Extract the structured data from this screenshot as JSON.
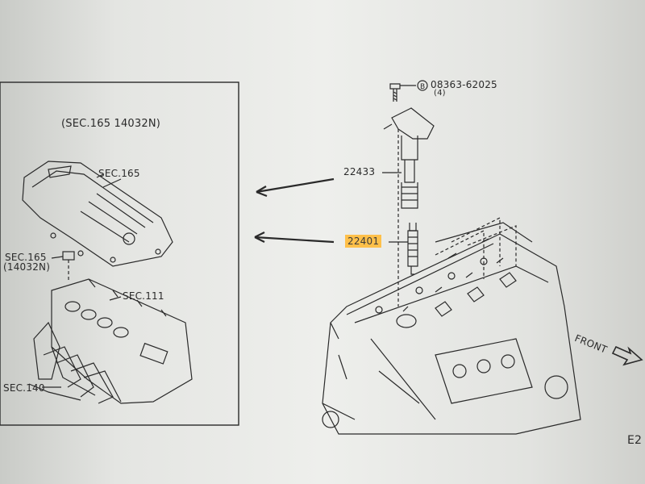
{
  "diagram": {
    "inset_title": "(SEC.165  14032N)",
    "labels": {
      "sec165_top": "SEC.165",
      "sec165_side": "SEC.165",
      "sec165_side_sub": "(14032N)",
      "sec111": "SEC.111",
      "sec140": "SEC.140",
      "bolt_part": "08363-62025",
      "bolt_qty": "(4)",
      "coil_part": "22433",
      "plug_part": "22401",
      "front": "FRONT",
      "corner_code": "E2"
    },
    "bolt_symbol": "B",
    "colors": {
      "highlight": "#ffc04a",
      "line": "#2a2a2a",
      "background": "#eeefec"
    }
  }
}
